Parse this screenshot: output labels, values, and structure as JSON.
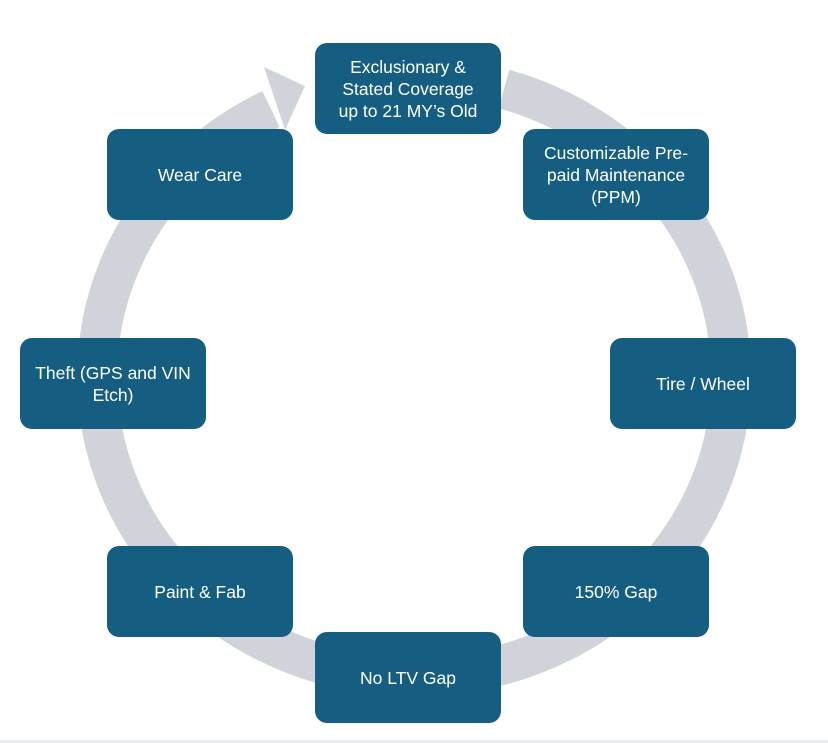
{
  "colors": {
    "node_fill": "#155e82",
    "ring": "#d0d4da",
    "rule": "#eaedf0",
    "background": "#ffffff"
  },
  "nodes": [
    {
      "id": "exclusionary",
      "label": "Exclusionary &\nStated Coverage\nup to 21 MY’s Old"
    },
    {
      "id": "ppm",
      "label": "Customizable Pre-\npaid Maintenance\n(PPM)"
    },
    {
      "id": "tire-wheel",
      "label": "Tire / Wheel"
    },
    {
      "id": "gap-150",
      "label": "150% Gap"
    },
    {
      "id": "no-ltv-gap",
      "label": "No LTV Gap"
    },
    {
      "id": "paint-fab",
      "label": "Paint & Fab"
    },
    {
      "id": "theft",
      "label": "Theft (GPS and VIN\nEtch)"
    },
    {
      "id": "wear-care",
      "label": "Wear Care"
    }
  ]
}
